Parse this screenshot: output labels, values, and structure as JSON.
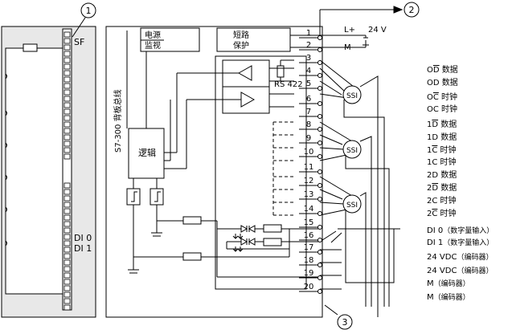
{
  "callouts": {
    "c1": "1",
    "c2": "2",
    "c3": "3"
  },
  "module": {
    "sf_label": "SF",
    "di0_label": "DI 0",
    "di1_label": "DI 1"
  },
  "circuit": {
    "power_monitor": "电源\n监视",
    "short_protect": "短路\n保护",
    "backplane_bus": "S7-300 背板总线",
    "logic": "逻辑",
    "rs422": "RS 422",
    "lplus": "L+",
    "m": "M",
    "v24": "24 V",
    "ssi": "SSI",
    "terminals": [
      "1",
      "2",
      "3",
      "4",
      "5",
      "6",
      "7",
      "8",
      "9",
      "10",
      "11",
      "12",
      "13",
      "14",
      "15",
      "16",
      "17",
      "18",
      "19",
      "20"
    ]
  },
  "legend": [
    {
      "pre": "O",
      "mark": "D",
      "post": " 数据",
      "mark_overline": true
    },
    {
      "pre": "OD",
      "mark": "",
      "post": " 数据",
      "mark_overline": false
    },
    {
      "pre": "O",
      "mark": "C",
      "post": " 时钟",
      "mark_overline": true
    },
    {
      "pre": "OC",
      "mark": "",
      "post": " 时钟",
      "mark_overline": false
    },
    {
      "pre": "1",
      "mark": "D",
      "post": " 数据",
      "mark_overline": true
    },
    {
      "pre": "1D",
      "mark": "",
      "post": " 数据",
      "mark_overline": false
    },
    {
      "pre": "1",
      "mark": "C",
      "post": " 时钟",
      "mark_overline": true
    },
    {
      "pre": "1C",
      "mark": "",
      "post": " 时钟",
      "mark_overline": false
    },
    {
      "pre": "2D",
      "mark": "",
      "post": " 数据",
      "mark_overline": false
    },
    {
      "pre": "2",
      "mark": "D",
      "post": " 数据",
      "mark_overline": true
    },
    {
      "pre": "2C",
      "mark": "",
      "post": " 时钟",
      "mark_overline": false
    },
    {
      "pre": "2",
      "mark": "C",
      "post": " 时钟",
      "mark_overline": true
    },
    {
      "pre": "DI 0",
      "mark": "",
      "post": "（数字量输入）",
      "mark_overline": false
    },
    {
      "pre": "DI 1",
      "mark": "",
      "post": "（数字量输入）",
      "mark_overline": false
    },
    {
      "pre": "24 VDC",
      "mark": "",
      "post": "（编码器）",
      "mark_overline": false
    },
    {
      "pre": "24 VDC",
      "mark": "",
      "post": "（编码器）",
      "mark_overline": false
    },
    {
      "pre": "M",
      "mark": "",
      "post": "（编码器）",
      "mark_overline": false
    },
    {
      "pre": "M",
      "mark": "",
      "post": "（编码器）",
      "mark_overline": false
    }
  ]
}
